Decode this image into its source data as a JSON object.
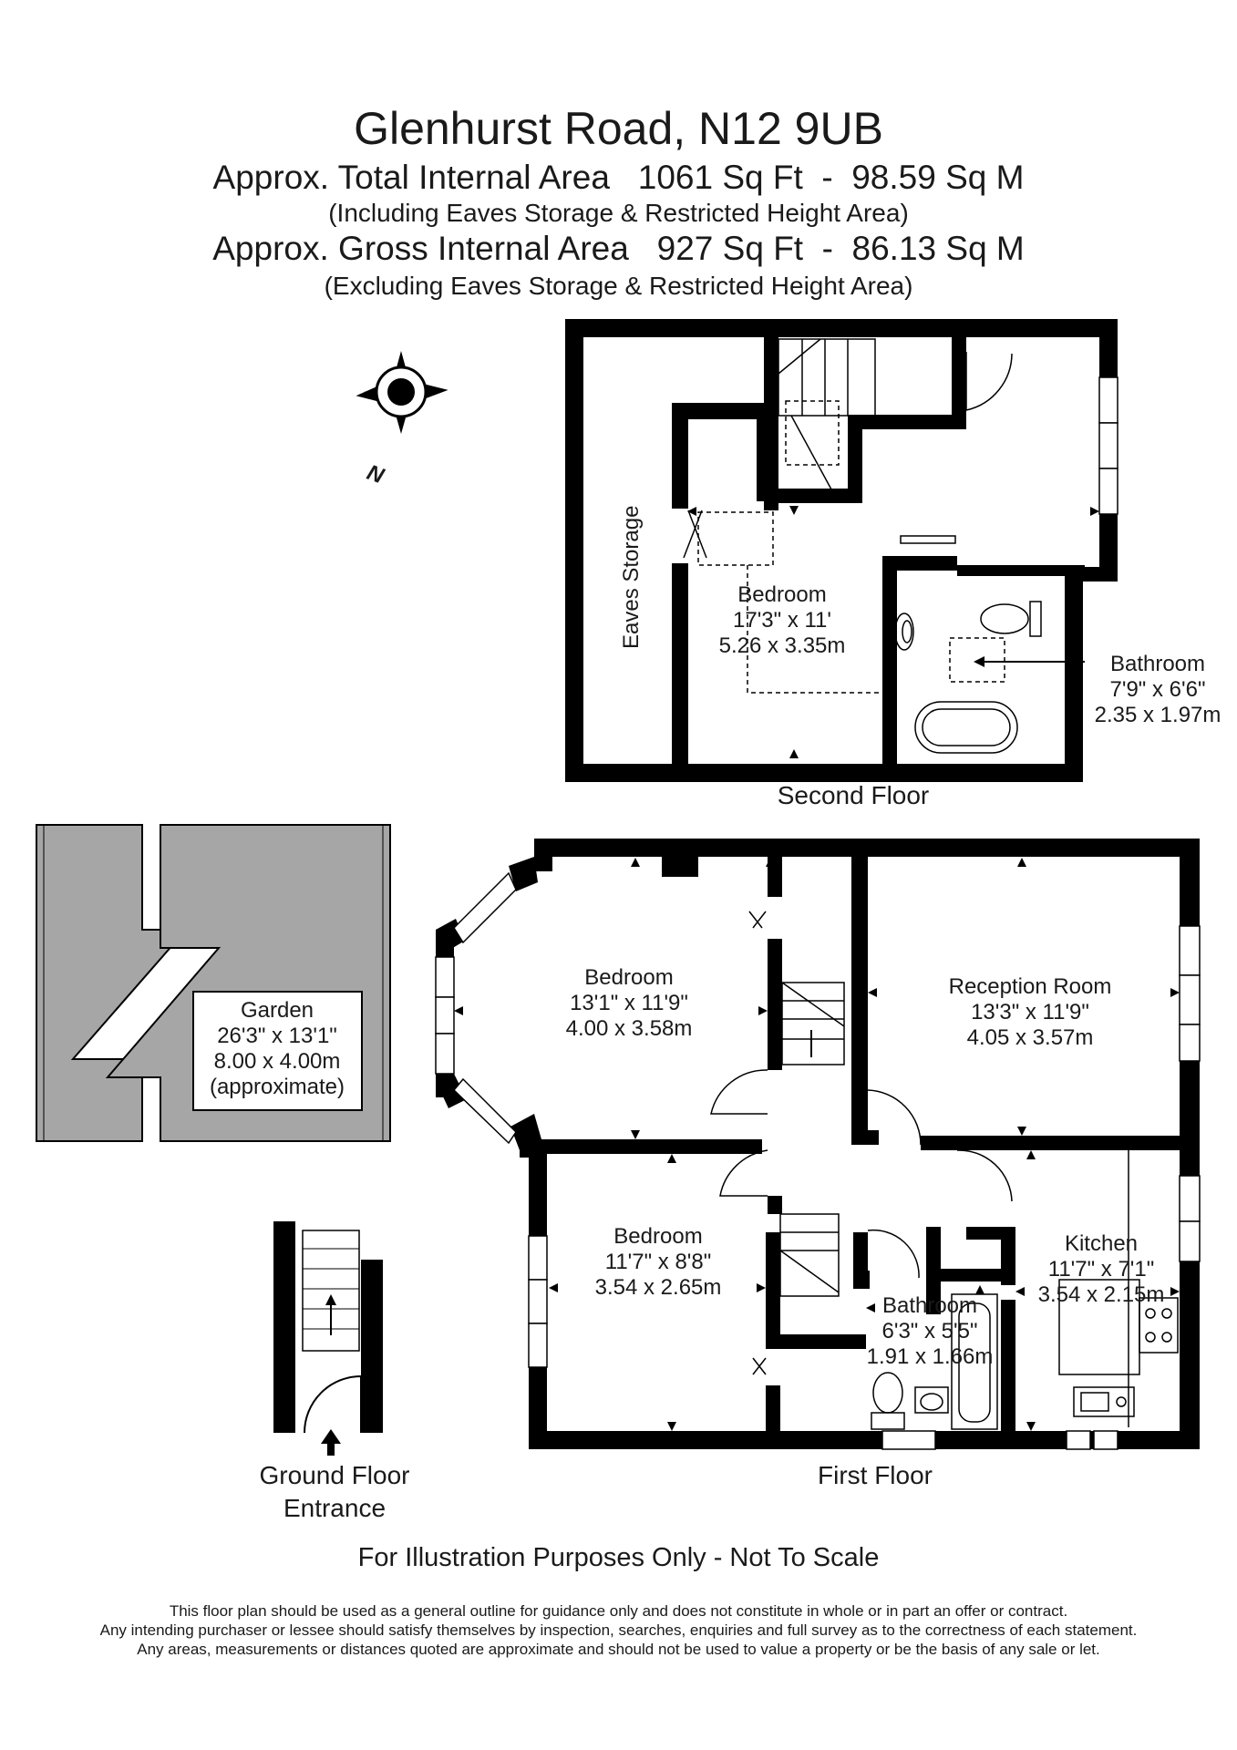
{
  "header": {
    "title": "Glenhurst Road, N12 9UB",
    "total_area": "Approx. Total Internal Area   1061 Sq Ft  -  98.59 Sq M",
    "total_note": "(Including Eaves Storage & Restricted Height Area)",
    "gross_area": "Approx. Gross Internal Area   927 Sq Ft  -  86.13 Sq M",
    "gross_note": "(Excluding Eaves Storage & Restricted Height Area)"
  },
  "compass": {
    "label": "N"
  },
  "second_floor": {
    "name": "Second Floor",
    "eaves": "Eaves Storage",
    "bedroom": {
      "name": "Bedroom",
      "imperial": "17'3\" x 11'",
      "metric": "5.26 x 3.35m"
    },
    "bathroom": {
      "name": "Bathroom",
      "imperial": "7'9\" x 6'6\"",
      "metric": "2.35 x 1.97m"
    }
  },
  "garden": {
    "name": "Garden",
    "imperial": "26'3\" x 13'1\"",
    "metric": "8.00 x 4.00m",
    "note": "(approximate)"
  },
  "ground_floor": {
    "line1": "Ground Floor",
    "line2": "Entrance"
  },
  "first_floor": {
    "name": "First Floor",
    "bedroom_front": {
      "name": "Bedroom",
      "imperial": "13'1\" x 11'9\"",
      "metric": "4.00 x 3.58m"
    },
    "reception": {
      "name": "Reception Room",
      "imperial": "13'3\" x 11'9\"",
      "metric": "4.05 x 3.57m"
    },
    "bedroom_rear": {
      "name": "Bedroom",
      "imperial": "11'7\" x 8'8\"",
      "metric": "3.54 x 2.65m"
    },
    "bathroom": {
      "name": "Bathroom",
      "imperial": "6'3\" x 5'5\"",
      "metric": "1.91 x 1.66m"
    },
    "kitchen": {
      "name": "Kitchen",
      "imperial": "11'7\" x 7'1\"",
      "metric": "3.54 x 2.15m"
    }
  },
  "disclaimer": "For Illustration Purposes Only - Not To Scale",
  "legal": [
    "This floor plan should be used as a general outline for guidance only and does not constitute in whole or in part an offer or contract.",
    "Any intending purchaser or lessee should satisfy themselves by inspection, searches, enquiries and full survey as to the correctness of each statement.",
    "Any areas, measurements or distances quoted are approximate and should not be used to value a property or be the basis of any sale or let."
  ],
  "colors": {
    "wall": "#000000",
    "garden_fill": "#a6a6a6",
    "text": "#1a1a1a"
  }
}
